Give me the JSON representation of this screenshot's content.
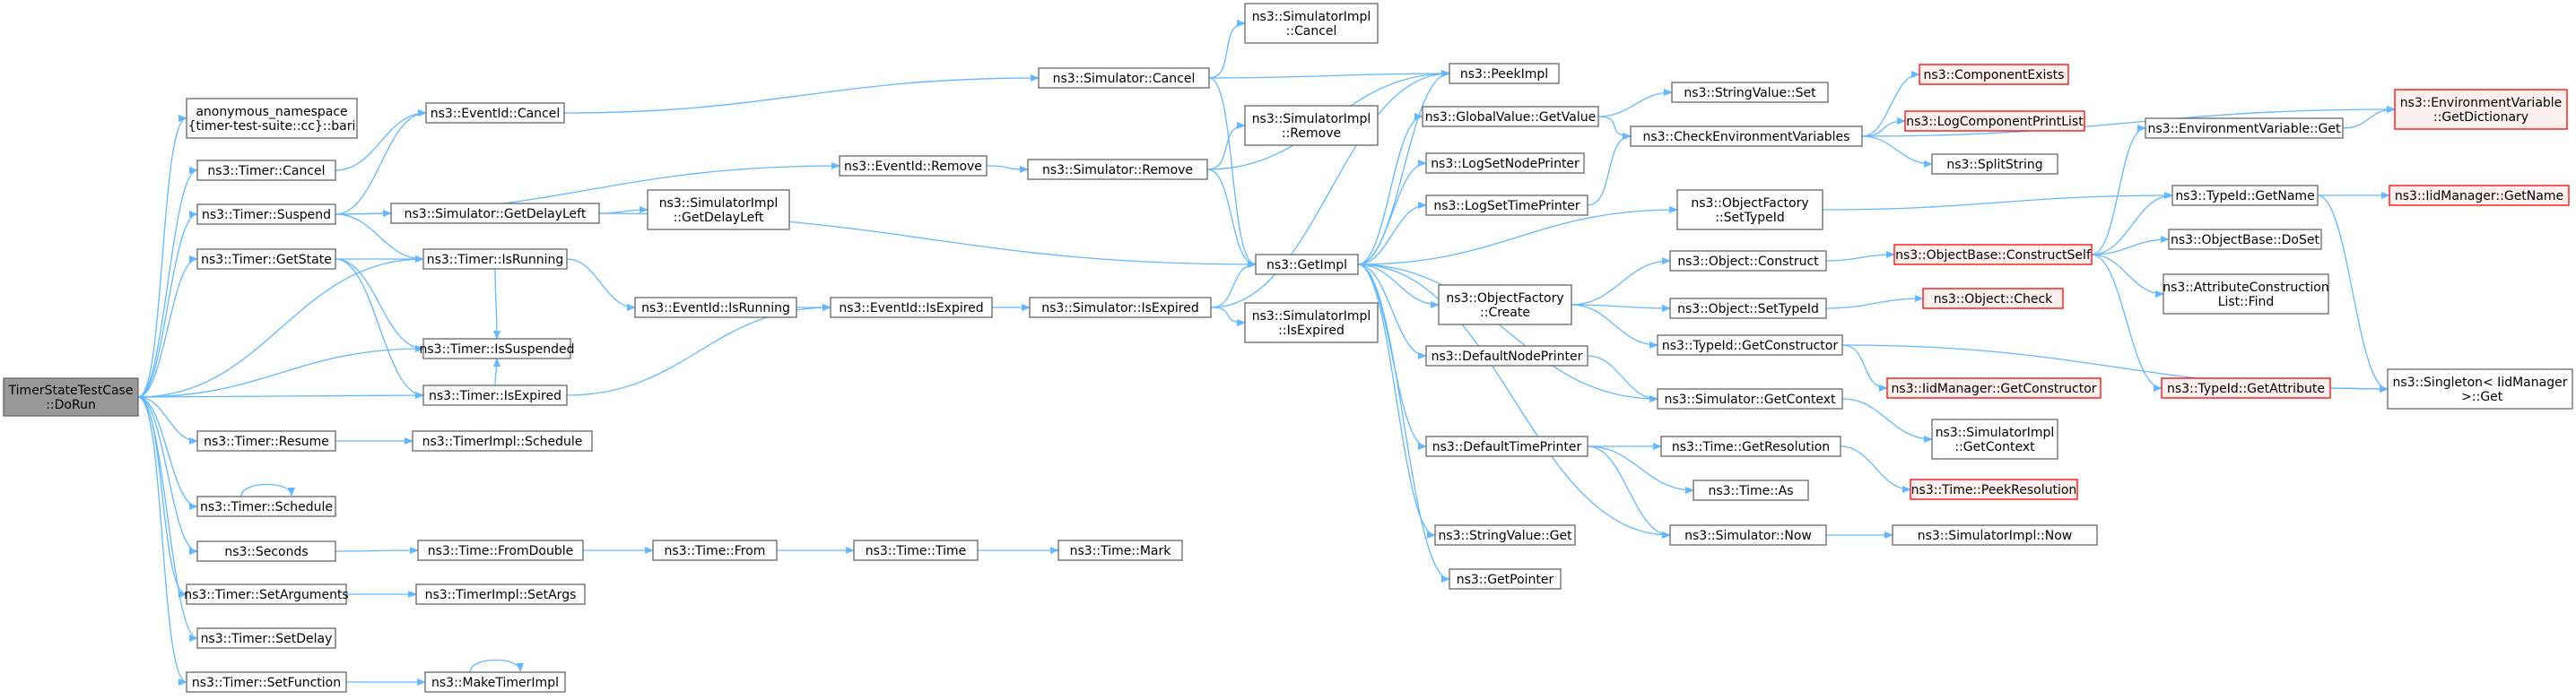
{
  "graph": {
    "root": "TimerStateTestCase\n::DoRun",
    "colors": {
      "edge": "#63b8ff",
      "node_border": "#666666",
      "node_fill": "#ffffff",
      "incomplete_border": "#ff0000",
      "incomplete_fill": "#fff0f0",
      "root_fill": "#999999",
      "text": "#000000"
    },
    "nodes": [
      {
        "id": "n0",
        "label": "TimerStateTestCase\n::DoRun",
        "style": "root"
      },
      {
        "id": "n1",
        "label": "anonymous_namespace\n{timer-test-suite::cc}::bari",
        "style": "normal"
      },
      {
        "id": "n2",
        "label": "ns3::Timer::Cancel",
        "style": "normal"
      },
      {
        "id": "n3",
        "label": "ns3::Timer::Suspend",
        "style": "normal"
      },
      {
        "id": "n4",
        "label": "ns3::Timer::GetState",
        "style": "normal"
      },
      {
        "id": "n5",
        "label": "ns3::Timer::Resume",
        "style": "normal"
      },
      {
        "id": "n6",
        "label": "ns3::Timer::Schedule",
        "style": "normal"
      },
      {
        "id": "n7",
        "label": "ns3::Seconds",
        "style": "normal"
      },
      {
        "id": "n8",
        "label": "ns3::Timer::SetArguments",
        "style": "normal"
      },
      {
        "id": "n9",
        "label": "ns3::Timer::SetDelay",
        "style": "normal"
      },
      {
        "id": "n10",
        "label": "ns3::Timer::SetFunction",
        "style": "normal"
      },
      {
        "id": "n11",
        "label": "ns3::EventId::Cancel",
        "style": "normal"
      },
      {
        "id": "n12",
        "label": "ns3::Simulator::GetDelayLeft",
        "style": "normal"
      },
      {
        "id": "n13",
        "label": "ns3::Timer::IsRunning",
        "style": "normal"
      },
      {
        "id": "n14",
        "label": "ns3::Timer::IsSuspended",
        "style": "normal"
      },
      {
        "id": "n15",
        "label": "ns3::Timer::IsExpired",
        "style": "normal"
      },
      {
        "id": "n16",
        "label": "ns3::TimerImpl::Schedule",
        "style": "normal"
      },
      {
        "id": "n17",
        "label": "ns3::Time::FromDouble",
        "style": "normal"
      },
      {
        "id": "n18",
        "label": "ns3::TimerImpl::SetArgs",
        "style": "normal"
      },
      {
        "id": "n19",
        "label": "ns3::MakeTimerImpl",
        "style": "normal"
      },
      {
        "id": "n20",
        "label": "ns3::EventId::Remove",
        "style": "normal"
      },
      {
        "id": "n21",
        "label": "ns3::SimulatorImpl\n::GetDelayLeft",
        "style": "normal"
      },
      {
        "id": "n22",
        "label": "ns3::EventId::IsRunning",
        "style": "normal"
      },
      {
        "id": "n23",
        "label": "ns3::EventId::IsExpired",
        "style": "normal"
      },
      {
        "id": "n24",
        "label": "ns3::Time::From",
        "style": "normal"
      },
      {
        "id": "n25",
        "label": "ns3::Time::Time",
        "style": "normal"
      },
      {
        "id": "n26",
        "label": "ns3::Time::Mark",
        "style": "normal"
      },
      {
        "id": "n27",
        "label": "ns3::Simulator::Cancel",
        "style": "normal"
      },
      {
        "id": "n28",
        "label": "ns3::Simulator::Remove",
        "style": "normal"
      },
      {
        "id": "n29",
        "label": "ns3::Simulator::IsExpired",
        "style": "normal"
      },
      {
        "id": "n30",
        "label": "ns3::SimulatorImpl\n::Cancel",
        "style": "normal"
      },
      {
        "id": "n31",
        "label": "ns3::SimulatorImpl\n::Remove",
        "style": "normal"
      },
      {
        "id": "n32",
        "label": "ns3::SimulatorImpl\n::IsExpired",
        "style": "normal"
      },
      {
        "id": "n33",
        "label": "ns3::GetImpl",
        "style": "normal"
      },
      {
        "id": "n34",
        "label": "ns3::PeekImpl",
        "style": "normal"
      },
      {
        "id": "n35",
        "label": "ns3::GlobalValue::GetValue",
        "style": "normal"
      },
      {
        "id": "n36",
        "label": "ns3::LogSetNodePrinter",
        "style": "normal"
      },
      {
        "id": "n37",
        "label": "ns3::LogSetTimePrinter",
        "style": "normal"
      },
      {
        "id": "n38",
        "label": "ns3::ObjectFactory\n::Create",
        "style": "normal"
      },
      {
        "id": "n39",
        "label": "ns3::DefaultNodePrinter",
        "style": "normal"
      },
      {
        "id": "n40",
        "label": "ns3::DefaultTimePrinter",
        "style": "normal"
      },
      {
        "id": "n41",
        "label": "ns3::StringValue::Get",
        "style": "normal"
      },
      {
        "id": "n42",
        "label": "ns3::GetPointer",
        "style": "normal"
      },
      {
        "id": "n43",
        "label": "ns3::StringValue::Set",
        "style": "normal"
      },
      {
        "id": "n44",
        "label": "ns3::CheckEnvironmentVariables",
        "style": "normal"
      },
      {
        "id": "n45",
        "label": "ns3::ObjectFactory\n::SetTypeId",
        "style": "normal"
      },
      {
        "id": "n46",
        "label": "ns3::Object::Construct",
        "style": "normal"
      },
      {
        "id": "n47",
        "label": "ns3::Object::SetTypeId",
        "style": "normal"
      },
      {
        "id": "n48",
        "label": "ns3::TypeId::GetConstructor",
        "style": "normal"
      },
      {
        "id": "n49",
        "label": "ns3::Simulator::GetContext",
        "style": "normal"
      },
      {
        "id": "n50",
        "label": "ns3::Time::GetResolution",
        "style": "normal"
      },
      {
        "id": "n51",
        "label": "ns3::Time::As",
        "style": "normal"
      },
      {
        "id": "n52",
        "label": "ns3::Simulator::Now",
        "style": "normal"
      },
      {
        "id": "n53",
        "label": "ns3::ComponentExists",
        "style": "incomplete"
      },
      {
        "id": "n54",
        "label": "ns3::LogComponentPrintList",
        "style": "incomplete"
      },
      {
        "id": "n55",
        "label": "ns3::SplitString",
        "style": "normal"
      },
      {
        "id": "n56",
        "label": "ns3::ObjectBase::ConstructSelf",
        "style": "incomplete"
      },
      {
        "id": "n57",
        "label": "ns3::Object::Check",
        "style": "incomplete"
      },
      {
        "id": "n58",
        "label": "ns3::IidManager::GetConstructor",
        "style": "incomplete"
      },
      {
        "id": "n59",
        "label": "ns3::SimulatorImpl\n::GetContext",
        "style": "normal"
      },
      {
        "id": "n60",
        "label": "ns3::Time::PeekResolution",
        "style": "incomplete"
      },
      {
        "id": "n61",
        "label": "ns3::SimulatorImpl::Now",
        "style": "normal"
      },
      {
        "id": "n62",
        "label": "ns3::EnvironmentVariable::Get",
        "style": "normal"
      },
      {
        "id": "n63",
        "label": "ns3::TypeId::GetName",
        "style": "normal"
      },
      {
        "id": "n64",
        "label": "ns3::ObjectBase::DoSet",
        "style": "normal"
      },
      {
        "id": "n65",
        "label": "ns3::AttributeConstruction\nList::Find",
        "style": "normal"
      },
      {
        "id": "n66",
        "label": "ns3::TypeId::GetAttribute",
        "style": "incomplete"
      },
      {
        "id": "n67",
        "label": "ns3::EnvironmentVariable\n::GetDictionary",
        "style": "incomplete"
      },
      {
        "id": "n68",
        "label": "ns3::IidManager::GetName",
        "style": "incomplete"
      },
      {
        "id": "n69",
        "label": "ns3::Singleton< IidManager\n >::Get",
        "style": "normal"
      }
    ],
    "edges": [
      [
        "n0",
        "n1"
      ],
      [
        "n0",
        "n2"
      ],
      [
        "n0",
        "n3"
      ],
      [
        "n0",
        "n4"
      ],
      [
        "n0",
        "n13"
      ],
      [
        "n0",
        "n14"
      ],
      [
        "n0",
        "n15"
      ],
      [
        "n0",
        "n5"
      ],
      [
        "n0",
        "n6"
      ],
      [
        "n0",
        "n7"
      ],
      [
        "n0",
        "n8"
      ],
      [
        "n0",
        "n9"
      ],
      [
        "n0",
        "n10"
      ],
      [
        "n2",
        "n11"
      ],
      [
        "n3",
        "n11"
      ],
      [
        "n3",
        "n12"
      ],
      [
        "n3",
        "n13"
      ],
      [
        "n3",
        "n20"
      ],
      [
        "n4",
        "n13"
      ],
      [
        "n4",
        "n14"
      ],
      [
        "n4",
        "n15"
      ],
      [
        "n5",
        "n16"
      ],
      [
        "n6",
        "n6"
      ],
      [
        "n7",
        "n17"
      ],
      [
        "n8",
        "n18"
      ],
      [
        "n10",
        "n19"
      ],
      [
        "n19",
        "n19"
      ],
      [
        "n11",
        "n27"
      ],
      [
        "n12",
        "n21"
      ],
      [
        "n12",
        "n33"
      ],
      [
        "n13",
        "n22"
      ],
      [
        "n13",
        "n14"
      ],
      [
        "n15",
        "n14"
      ],
      [
        "n15",
        "n23"
      ],
      [
        "n17",
        "n24"
      ],
      [
        "n24",
        "n25"
      ],
      [
        "n25",
        "n26"
      ],
      [
        "n20",
        "n28"
      ],
      [
        "n22",
        "n23"
      ],
      [
        "n23",
        "n29"
      ],
      [
        "n27",
        "n30"
      ],
      [
        "n27",
        "n34"
      ],
      [
        "n27",
        "n33"
      ],
      [
        "n28",
        "n31"
      ],
      [
        "n28",
        "n34"
      ],
      [
        "n28",
        "n33"
      ],
      [
        "n29",
        "n32"
      ],
      [
        "n29",
        "n33"
      ],
      [
        "n29",
        "n34"
      ],
      [
        "n33",
        "n34"
      ],
      [
        "n33",
        "n35"
      ],
      [
        "n33",
        "n36"
      ],
      [
        "n33",
        "n37"
      ],
      [
        "n33",
        "n38"
      ],
      [
        "n33",
        "n39"
      ],
      [
        "n33",
        "n40"
      ],
      [
        "n33",
        "n41"
      ],
      [
        "n33",
        "n42"
      ],
      [
        "n33",
        "n45"
      ],
      [
        "n33",
        "n49"
      ],
      [
        "n33",
        "n52"
      ],
      [
        "n35",
        "n43"
      ],
      [
        "n35",
        "n44"
      ],
      [
        "n37",
        "n44"
      ],
      [
        "n38",
        "n46"
      ],
      [
        "n38",
        "n47"
      ],
      [
        "n38",
        "n48"
      ],
      [
        "n39",
        "n49"
      ],
      [
        "n40",
        "n50"
      ],
      [
        "n40",
        "n51"
      ],
      [
        "n40",
        "n52"
      ],
      [
        "n44",
        "n53"
      ],
      [
        "n44",
        "n54"
      ],
      [
        "n44",
        "n55"
      ],
      [
        "n44",
        "n67"
      ],
      [
        "n45",
        "n63"
      ],
      [
        "n46",
        "n56"
      ],
      [
        "n47",
        "n57"
      ],
      [
        "n48",
        "n58"
      ],
      [
        "n48",
        "n69"
      ],
      [
        "n49",
        "n59"
      ],
      [
        "n50",
        "n60"
      ],
      [
        "n52",
        "n61"
      ],
      [
        "n56",
        "n62"
      ],
      [
        "n56",
        "n63"
      ],
      [
        "n56",
        "n64"
      ],
      [
        "n56",
        "n65"
      ],
      [
        "n56",
        "n66"
      ],
      [
        "n62",
        "n67"
      ],
      [
        "n63",
        "n68"
      ],
      [
        "n63",
        "n69"
      ],
      [
        "n66",
        "n69"
      ]
    ]
  }
}
